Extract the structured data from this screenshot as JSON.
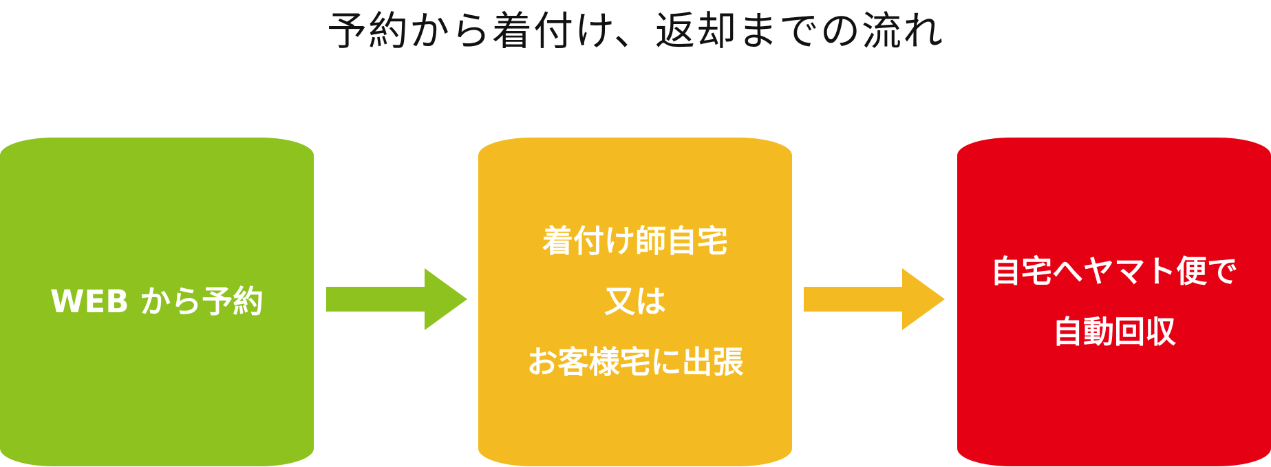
{
  "title": "予約から着付け、返却までの流れ",
  "steps": [
    {
      "lines": [
        "WEB から予約"
      ],
      "color": "#8dc21f"
    },
    {
      "lines": [
        "着付け師自宅",
        "又は",
        "お客様宅に出張"
      ],
      "color": "#f3bb21"
    },
    {
      "lines": [
        "自宅へヤマト便で",
        "自動回収"
      ],
      "color": "#e60013"
    }
  ],
  "arrows": [
    {
      "icon": "arrow-right-icon",
      "color": "#8dc21f"
    },
    {
      "icon": "arrow-right-icon",
      "color": "#f3bb21"
    }
  ]
}
